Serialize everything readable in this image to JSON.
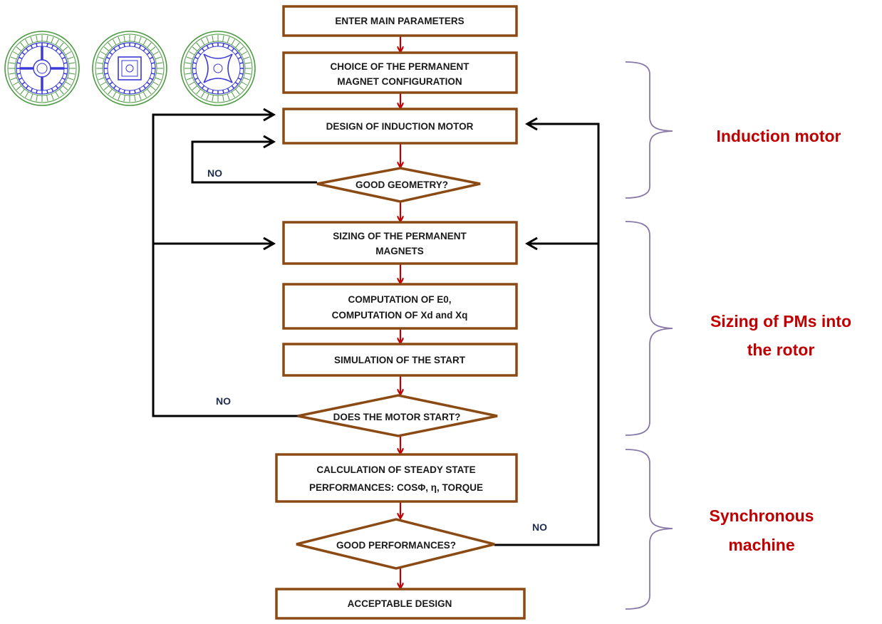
{
  "steps": {
    "enter_params": "ENTER MAIN PARAMETERS",
    "choice_pm_line1": "CHOICE OF THE PERMANENT",
    "choice_pm_line2": "MAGNET CONFIGURATION",
    "design_im": "DESIGN OF INDUCTION MOTOR",
    "good_geometry": "GOOD GEOMETRY?",
    "sizing_pm_line1": "SIZING OF THE PERMANENT",
    "sizing_pm_line2": "MAGNETS",
    "computation_line1": "COMPUTATION OF E0,",
    "computation_line2": "COMPUTATION OF Xd and Xq",
    "simulation": "SIMULATION OF THE START",
    "motor_start": "DOES THE MOTOR START?",
    "calc_line1": "CALCULATION OF STEADY STATE",
    "calc_line2": "PERFORMANCES: COSΦ, η, TORQUE",
    "good_perf": "GOOD PERFORMANCES?",
    "acceptable": "ACCEPTABLE DESIGN"
  },
  "no_labels": {
    "geometry": "NO",
    "start": "NO",
    "performances": "NO"
  },
  "sections": {
    "induction": "Induction motor",
    "sizing_line1": "Sizing of PMs into",
    "sizing_line2": "the rotor",
    "sync_line1": "Synchronous",
    "sync_line2": "machine"
  },
  "colors": {
    "box_border": "#8b4a13",
    "flow_arrow": "#c00000",
    "feedback_line": "#000000",
    "brace": "#8878a8",
    "section_text": "#c00000",
    "rotor_outer": "#4a9a40",
    "rotor_inner": "#3a3ad8"
  },
  "icons": [
    "rotor-spoke-magnets-icon",
    "rotor-square-magnets-icon",
    "rotor-v-magnets-icon"
  ]
}
